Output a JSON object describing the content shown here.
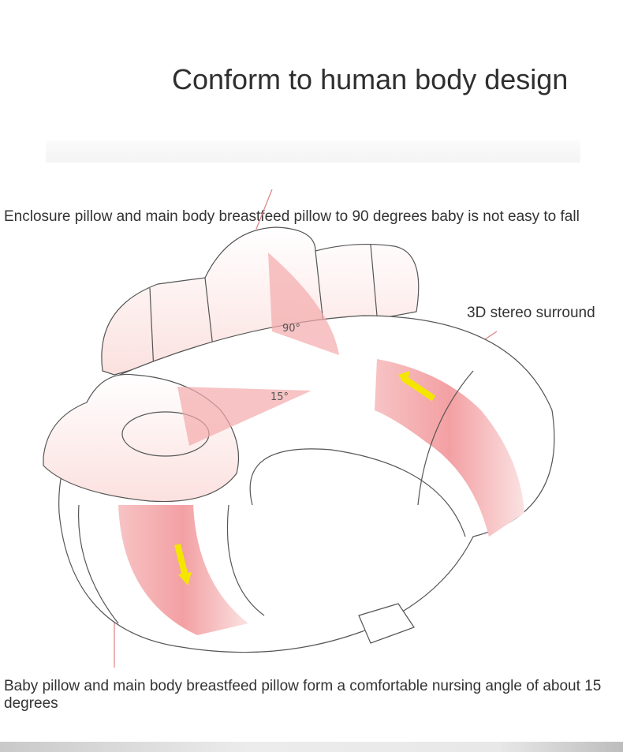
{
  "title": "Conform to human body design",
  "captions": {
    "enclosure": "Enclosure pillow and main body breastfeed pillow to 90 degrees baby is not easy to fall",
    "surround": "3D stereo surround",
    "baby_pillow": "Baby pillow and main body breastfeed pillow form a comfortable nursing angle of about 15 degrees"
  },
  "angles": {
    "back": "90°",
    "baby": "15°"
  },
  "colors": {
    "accent_pink": "#f4a9ab",
    "arrow_yellow": "#f5e600",
    "line": "#555555"
  }
}
